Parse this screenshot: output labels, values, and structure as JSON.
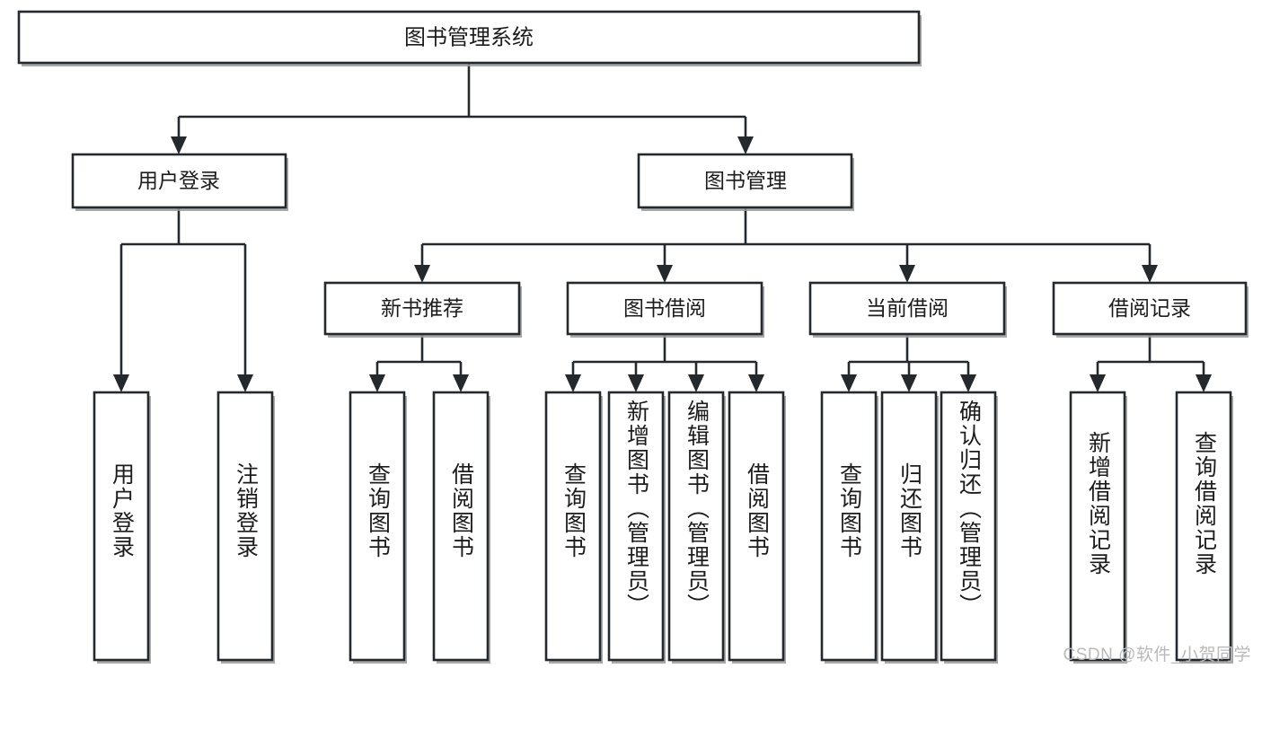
{
  "diagram": {
    "type": "tree-hierarchy",
    "title": "图书管理系统",
    "root": {
      "id": "root",
      "label": "图书管理系统"
    },
    "level1": [
      {
        "id": "user-login",
        "label": "用户登录"
      },
      {
        "id": "book-manage",
        "label": "图书管理"
      }
    ],
    "level2": [
      {
        "id": "new-book-rec",
        "label": "新书推荐",
        "parent": "book-manage"
      },
      {
        "id": "book-borrow",
        "label": "图书借阅",
        "parent": "book-manage"
      },
      {
        "id": "current-borrow",
        "label": "当前借阅",
        "parent": "book-manage"
      },
      {
        "id": "borrow-record",
        "label": "借阅记录",
        "parent": "book-manage"
      }
    ],
    "leaves": [
      {
        "id": "leaf-user-login",
        "label": "用户登录",
        "parent": "user-login"
      },
      {
        "id": "leaf-logout",
        "label": "注销登录",
        "parent": "user-login"
      },
      {
        "id": "leaf-query-book-1",
        "label": "查询图书",
        "parent": "new-book-rec"
      },
      {
        "id": "leaf-borrow-book-1",
        "label": "借阅图书",
        "parent": "new-book-rec"
      },
      {
        "id": "leaf-query-book-2",
        "label": "查询图书",
        "parent": "book-borrow"
      },
      {
        "id": "leaf-add-book",
        "label": "新增图书（管理员）",
        "parent": "book-borrow"
      },
      {
        "id": "leaf-edit-book",
        "label": "编辑图书（管理员）",
        "parent": "book-borrow"
      },
      {
        "id": "leaf-borrow-book-2",
        "label": "借阅图书",
        "parent": "book-borrow"
      },
      {
        "id": "leaf-query-book-3",
        "label": "查询图书",
        "parent": "current-borrow"
      },
      {
        "id": "leaf-return-book",
        "label": "归还图书",
        "parent": "current-borrow"
      },
      {
        "id": "leaf-confirm-return",
        "label": "确认归还（管理员）",
        "parent": "current-borrow"
      },
      {
        "id": "leaf-add-record",
        "label": "新增借阅记录",
        "parent": "borrow-record"
      },
      {
        "id": "leaf-query-record",
        "label": "查询借阅记录",
        "parent": "borrow-record"
      }
    ],
    "colors": {
      "box_stroke": "#24292e",
      "box_fill": "#ffffff",
      "connector": "#24292e",
      "text": "#1c1c1c",
      "watermark": "#b9b9b9",
      "background": "#ffffff"
    }
  },
  "watermark": {
    "text": "CSDN @软件_小贺同学"
  }
}
